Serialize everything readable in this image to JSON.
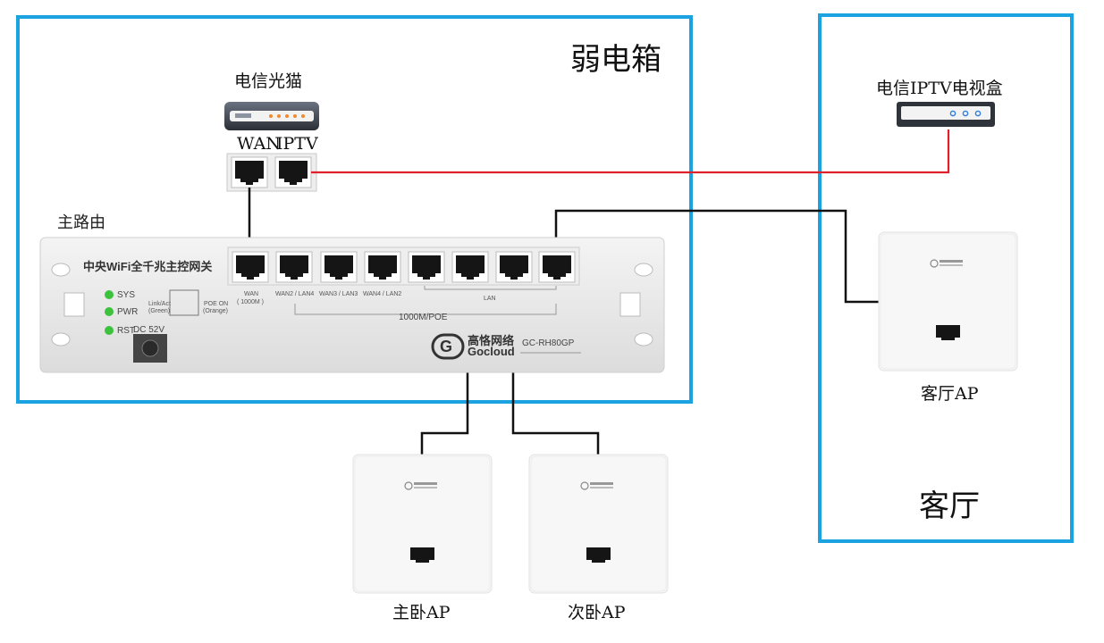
{
  "zones": {
    "cabinet_title": "弱电箱",
    "living_title": "客厅"
  },
  "devices": {
    "modem": {
      "name": "电信光猫",
      "port_wan": "WAN",
      "port_iptv": "IPTV"
    },
    "iptv_box": {
      "name": "电信IPTV电视盒"
    },
    "router": {
      "name": "主路由",
      "panel_title": "中央WiFi全千兆主控网关",
      "leds": [
        "SYS",
        "PWR",
        "RST"
      ],
      "link_act": "Link/Act",
      "link_green": "(Green)",
      "poe_on": "POE ON",
      "poe_orange": "(Orange)",
      "dc": "DC 52V",
      "port_labels": [
        "WAN",
        "( 1000M )",
        "WAN2 / LAN4",
        "WAN3 / LAN3",
        "WAN4 / LAN2"
      ],
      "lan_label": "LAN",
      "poe_label": "1000M/POE",
      "brand_cn": "高恪网络",
      "brand_en": "Gocloud",
      "model": "GC-RH80GP"
    },
    "ap_living": {
      "name": "客厅AP"
    },
    "ap_master": {
      "name": "主卧AP"
    },
    "ap_second": {
      "name": "次卧AP"
    }
  },
  "colors": {
    "zone_border": "#1aa3e0",
    "iptv_cable": "#e0202a",
    "lan_cable": "#111111"
  }
}
